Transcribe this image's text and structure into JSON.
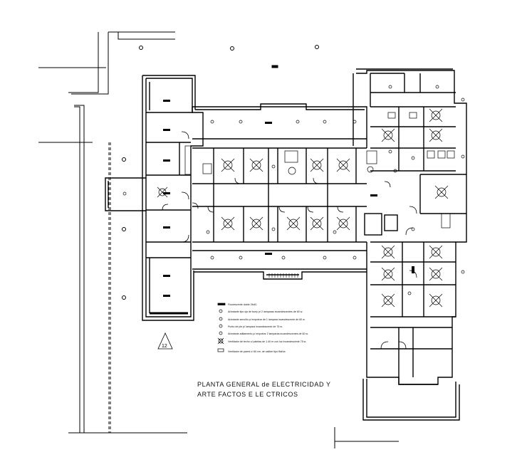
{
  "drawing": {
    "title_line1": "PLANTA GENERAL de ELECTRICIDAD Y",
    "title_line2": "ARTE FACTOS E LE CTRICOS",
    "sheet_marker": "12"
  },
  "legend": {
    "items": [
      {
        "symbol": "fluorescent-bar-icon",
        "text": "Fluorescente doble 2fx40"
      },
      {
        "symbol": "ceiling-outlet-icon",
        "text": "Arbotante tipo ojo de buey p/ 2 lamparas incandescentes de 60 w."
      },
      {
        "symbol": "wall-sconce-icon",
        "text": "Arbotante sencillo p/ empotrar de 1 lampara incandescente de 60 w."
      },
      {
        "symbol": "floor-lamp-icon",
        "text": "Punto de pie p/ lampara incandescente de 75 w."
      },
      {
        "symbol": "recessed-light-icon",
        "text": "Arbotante aditamento p/ empotrar 2 lamparas incandescentes de 60 w."
      },
      {
        "symbol": "ceiling-fan-icon",
        "text": "Ventilador de techo c/ paletas de 1.40 m con luz incandescente 75 w."
      },
      {
        "symbol": "wall-fan-icon",
        "text": "Ventilador de pared c/ 60 cm. de caliber tipo Bahía"
      }
    ]
  },
  "colors": {
    "line": "#000000",
    "background": "#ffffff"
  }
}
